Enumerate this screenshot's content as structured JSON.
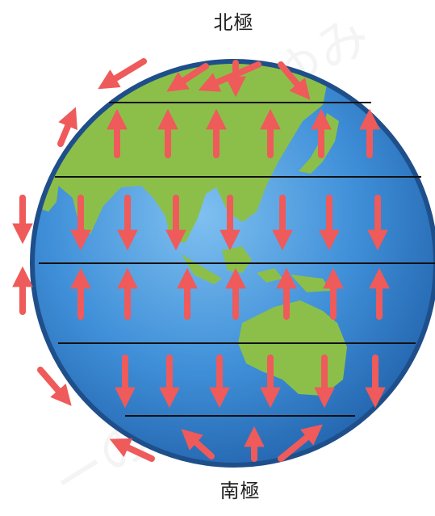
{
  "labels": {
    "north_pole": "北極",
    "south_pole": "南極"
  },
  "colors": {
    "ocean": "#3f8fd8",
    "ocean_dark": "#2a6fb7",
    "rim": "#1f4f8a",
    "land": "#8cbf4a",
    "land_dark": "#6a9e34",
    "arrow": "#ef5a5a",
    "line": "#111111"
  },
  "arrow_rows": [
    {
      "band": "polar-north",
      "direction": "mixed",
      "items": [
        "down-left",
        "down-left",
        "down",
        "down-right"
      ]
    },
    {
      "band": "ferrel-north",
      "direction": "up",
      "count": 6
    },
    {
      "band": "hadley-north",
      "direction": "down",
      "count": 7
    },
    {
      "band": "hadley-south",
      "direction": "up",
      "count": 7
    },
    {
      "band": "ferrel-south",
      "direction": "down",
      "count": 6
    },
    {
      "band": "polar-south",
      "direction": "mixed",
      "items": [
        "up-left",
        "up",
        "up-right"
      ]
    }
  ],
  "side_arrows": {
    "left": [
      "up-right",
      "down-left",
      "down",
      "up",
      "down-right",
      "up-left"
    ]
  }
}
